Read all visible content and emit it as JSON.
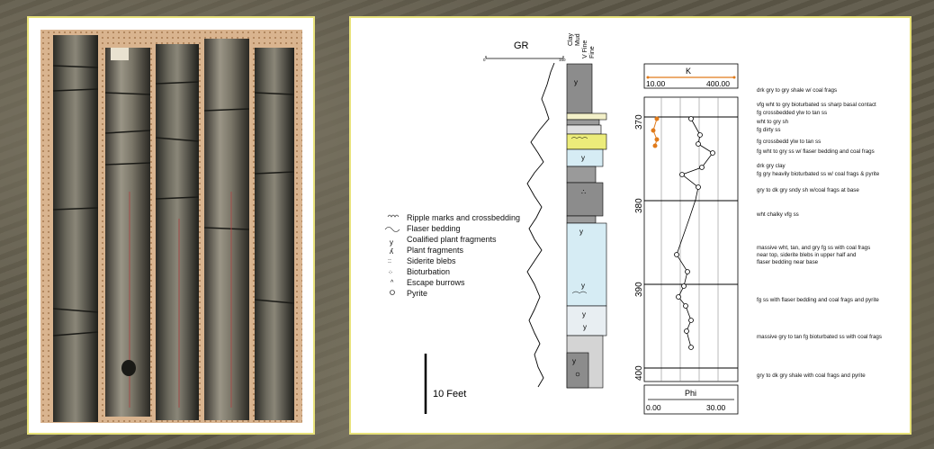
{
  "gr": {
    "title": "GR",
    "scale_min": "0",
    "scale_max": "150"
  },
  "grain_headers": [
    "Clay",
    "Mud",
    "V Fine",
    "Fine"
  ],
  "k_scale": {
    "title": "K",
    "min": "10.00",
    "max": "400.00"
  },
  "phi_scale": {
    "title": "Phi",
    "min": "0.00",
    "max": "30.00"
  },
  "depth_ticks": [
    "370",
    "380",
    "390",
    "400"
  ],
  "scale_bar_label": "10 Feet",
  "legend": [
    {
      "label": "Ripple marks and crossbedding",
      "icon": "ripple-icon"
    },
    {
      "label": "Flaser bedding",
      "icon": "flaser-icon"
    },
    {
      "label": "Coalified plant fragments",
      "icon": "coal-frag-icon"
    },
    {
      "label": "Plant fragments",
      "icon": "plant-frag-icon"
    },
    {
      "label": "Siderite blebs",
      "icon": "siderite-icon"
    },
    {
      "label": "Bioturbation",
      "icon": "bioturbation-icon"
    },
    {
      "label": "Escape burrows",
      "icon": "escape-burrow-icon"
    },
    {
      "label": "Pyrite",
      "icon": "pyrite-icon"
    }
  ],
  "descriptions": [
    "drk gry to gry shale w/ coal frags",
    "vfg wht to gry bioturbated ss sharp basal contact",
    "fg crossbedded ylw to tan ss",
    "wht to gry sh",
    "fg dirty ss",
    "fg crossbedd ylw to tan ss",
    "fg wht to gry ss w/ flaser bedding and coal frags",
    "drk gry clay",
    "fg gry heavily bioturbated ss w/ coal frags & pyrite",
    "gry to dk gry sndy sh w/coal frags at base",
    "wht chalky vfg ss",
    "massive wht, tan, and gry fg ss with coal frags",
    "near top, siderite blebs in upper half and",
    "flaser bedding near base",
    "fg ss with flaser bedding and coal frags and pyrite",
    "massive gry to tan fg bioturbated ss with coal frags",
    "gry to dk gry shale with coal frags and pyrite"
  ],
  "colors": {
    "frame": "#e8e27a",
    "k_curve": "#e07a1a",
    "sand_yellow": "#ecec7a",
    "sand_blue": "#d6ecf4",
    "shale": "#8c8c8c"
  }
}
